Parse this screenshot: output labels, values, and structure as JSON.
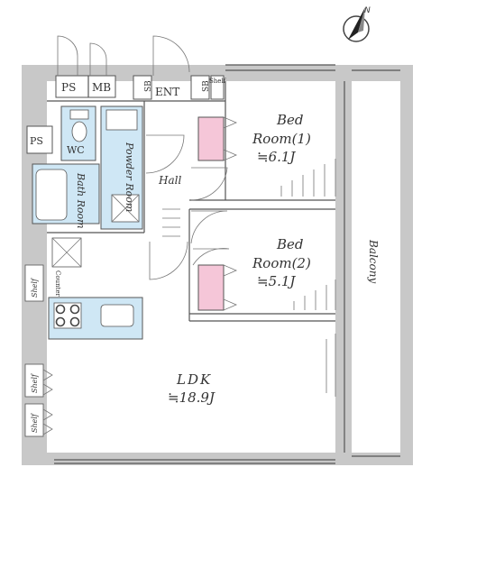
{
  "floorplan": {
    "compass_label": "N",
    "rooms": {
      "bedroom1_name": "Bed",
      "bedroom1_name2": "Room(1)",
      "bedroom1_area": "≒6.1J",
      "bedroom2_name": "Bed",
      "bedroom2_name2": "Room(2)",
      "bedroom2_area": "≒5.1J",
      "ldk_name": "LDK",
      "ldk_area": "≒18.9J",
      "hall": "Hall",
      "powder_room": "Powder Room",
      "bath_room": "Bath Room",
      "wc": "WC",
      "entrance": "ENT",
      "balcony": "Balcony",
      "counter": "Counter"
    },
    "fixtures": {
      "ps_top": "PS",
      "mb": "MB",
      "ps_left": "PS",
      "sb_left": "SB",
      "sb_right": "SB",
      "shelf_top": "Shelf",
      "shelf_left_counter": "Shelf",
      "shelf_left_1": "Shelf",
      "shelf_left_2": "Shelf"
    }
  }
}
